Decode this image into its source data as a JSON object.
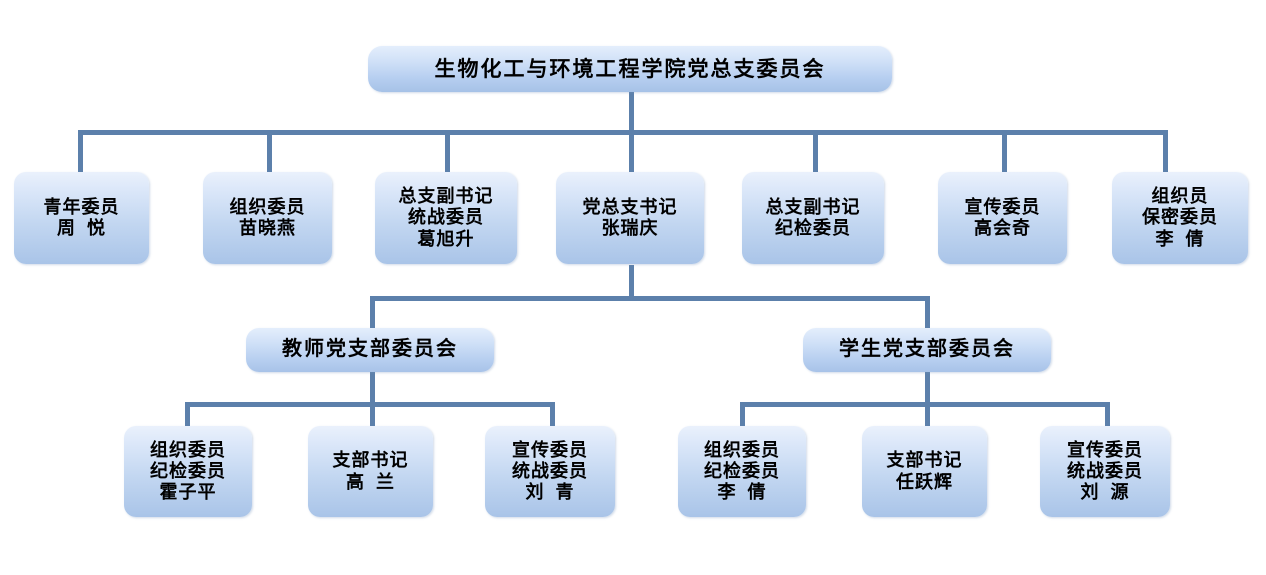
{
  "colors": {
    "connector": "#5c80ab",
    "box_top": "#eaf1fc",
    "box_bottom": "#a9c4e8",
    "text": "#000000",
    "background": "#ffffff"
  },
  "chart_data": {
    "type": "diagram",
    "title": "生物化工与环境工程学院党总支委员会",
    "diagram_kind": "organization-chart"
  },
  "root": {
    "lines": [
      "生物化工与环境工程学院党总支委员会"
    ]
  },
  "committee_members": [
    {
      "lines": [
        "青年委员",
        "周  悦"
      ]
    },
    {
      "lines": [
        "组织委员",
        "苗晓燕"
      ]
    },
    {
      "lines": [
        "总支副书记",
        "统战委员",
        "葛旭升"
      ]
    },
    {
      "lines": [
        "党总支书记",
        "张瑞庆"
      ]
    },
    {
      "lines": [
        "总支副书记",
        "纪检委员"
      ]
    },
    {
      "lines": [
        "宣传委员",
        "高会奇"
      ]
    },
    {
      "lines": [
        "组织员",
        "保密委员",
        "李  倩"
      ]
    }
  ],
  "branches": [
    {
      "title": "教师党支部委员会",
      "members": [
        {
          "lines": [
            "组织委员",
            "纪检委员",
            "霍子平"
          ]
        },
        {
          "lines": [
            "支部书记",
            "高  兰"
          ]
        },
        {
          "lines": [
            "宣传委员",
            "统战委员",
            "刘  青"
          ]
        }
      ]
    },
    {
      "title": "学生党支部委员会",
      "members": [
        {
          "lines": [
            "组织委员",
            "纪检委员",
            "李  倩"
          ]
        },
        {
          "lines": [
            "支部书记",
            "任跃辉"
          ]
        },
        {
          "lines": [
            "宣传委员",
            "统战委员",
            "刘  源"
          ]
        }
      ]
    }
  ]
}
